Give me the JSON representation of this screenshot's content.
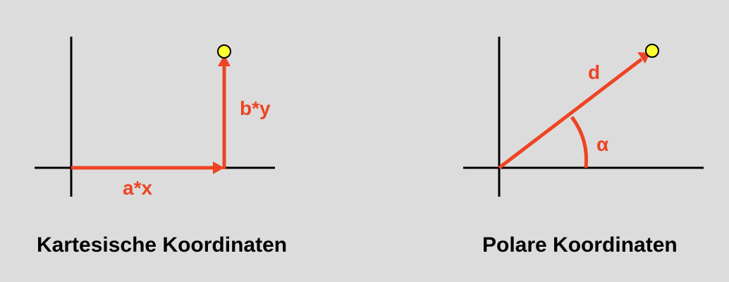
{
  "colors": {
    "background": "#dcdcdc",
    "axis": "#000000",
    "arrow": "#ee4423",
    "point_fill": "#ffff33",
    "point_stroke": "#000000"
  },
  "cartesian": {
    "caption": "Kartesische Koordinaten",
    "label_x": "a*x",
    "label_y": "b*y"
  },
  "polar": {
    "caption": "Polare Koordinaten",
    "label_distance": "d",
    "label_angle": "α"
  }
}
